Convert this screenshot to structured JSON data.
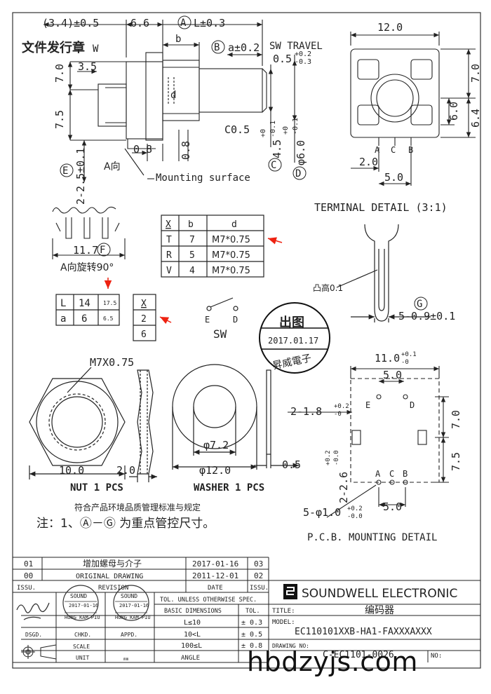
{
  "top": {
    "dim_34": "(3.4)±0.5",
    "dim_66": "6.6",
    "circ_A": "A",
    "dim_L": "L±0.3",
    "label_file": "文件发行章",
    "label_w": "W",
    "dim_35": "3.5",
    "dim_b": "b",
    "circ_B": "B",
    "dim_a": "a±0.2",
    "sw_travel": "SW TRAVEL",
    "sw_travel_val": "0.5",
    "sw_tol_up": "+0.2",
    "sw_tol_dn": "-0.3",
    "dim_70l": "7.0",
    "dim_75l": "7.5",
    "d_letter": "d",
    "c05": "C0.5",
    "dim_08a": "0.8",
    "dim_08b": "0.8",
    "circ_E": "E",
    "dim_225": "2-2.5±0.1",
    "a_dir": "A向",
    "mounting": "Mounting surface",
    "circ_C": "C",
    "dim_45": "4.5",
    "tol_45_up": "+0",
    "tol_45_dn": "-0.1",
    "circ_D": "D",
    "dim_60": "φ6.0",
    "tol_60_up": "+0",
    "tol_60_dn": "-0.1"
  },
  "right_top": {
    "dim_120": "12.0",
    "dim_70": "7.0",
    "dim_60": "6.0",
    "dim_64": "6.4",
    "dim_20": "2.0",
    "dim_50": "5.0",
    "pin_a": "A",
    "pin_c": "C",
    "pin_b": "B",
    "terminal_detail": "TERMINAL DETAIL (3:1)"
  },
  "adir": {
    "dim_117": "11.7",
    "circ_F": "F",
    "caption": "A向旋转90°"
  },
  "xtable": {
    "headers": [
      "X",
      "b",
      "d"
    ],
    "rows": [
      [
        "T",
        "7",
        "M7*0.75"
      ],
      [
        "R",
        "5",
        "M7*0.75"
      ],
      [
        "V",
        "4",
        "M7*0.75"
      ]
    ]
  },
  "la_table": {
    "rows": [
      [
        "L",
        "14",
        "17.5"
      ],
      [
        "a",
        "6",
        "6.5"
      ]
    ]
  },
  "xsmall": {
    "header": "X",
    "rows": [
      "2",
      "6"
    ]
  },
  "sw": {
    "e": "E",
    "d": "D",
    "label": "SW"
  },
  "stamp": {
    "top": "出图",
    "date": "2017.01.17",
    "bottom": "昇威電子"
  },
  "terminal": {
    "bump": "凸高0.1",
    "circ_G": "G",
    "dim": "5-0.9±0.1"
  },
  "nut": {
    "thread": "M7X0.75",
    "dim_100": "10.0",
    "dim_20": "2.0",
    "caption": "NUT 1 PCS"
  },
  "washer": {
    "dim_72": "φ7.2",
    "dim_120": "φ12.0",
    "dim_05": "0.5",
    "caption": "WASHER 1 PCS"
  },
  "pcb": {
    "dim_110": "11.0",
    "tol_110_up": "+0.1",
    "tol_110_dn": "-0",
    "dim_50a": "5.0",
    "pin_e": "E",
    "pin_d": "D",
    "dim_218": "2-1.8",
    "tol_218_up": "+0.2",
    "tol_218_dn": "-0",
    "dim_70": "7.0",
    "dim_75": "7.5",
    "dim_226": "2-2.6",
    "tol_226_up": "+0.2",
    "tol_226_dn": "-0.0",
    "pin_a": "A",
    "pin_c": "C",
    "pin_b": "B",
    "dim_510": "5-φ1.0",
    "tol_510_up": "+0.2",
    "tol_510_dn": "-0.0",
    "dim_50b": "5.0",
    "caption": "P.C.B. MOUNTING DETAIL"
  },
  "notes": {
    "compliance": "符合产品环境品质管理标准与规定",
    "note": "注：1、Ⓐ－Ⓖ 为重点管控尺寸。"
  },
  "revisions": [
    {
      "no": "01",
      "desc": "增加螺母与介子",
      "date": "2017-01-16",
      "issue": "03"
    },
    {
      "no": "00",
      "desc": "ORIGINAL DRAWING",
      "date": "2011-12-01",
      "issue": "02"
    }
  ],
  "titleblock": {
    "issu": "ISSU.",
    "revision": "REVISION",
    "date_h": "DATE",
    "issu2": "ISSU.",
    "company": "SOUNDWELL  ELECTRONIC",
    "tol_header": "TOL. UNLESS OTHERWISE SPEC.",
    "basic_dims": "BASIC DIMENSIONS",
    "tol_h": "TOL.",
    "tol_rows": [
      [
        "L≤10",
        "± 0.3"
      ],
      [
        "10<L",
        "± 0.5"
      ],
      [
        "100≤L",
        "± 0.8"
      ]
    ],
    "angle": "ANGLE",
    "title_label": "TITLE:",
    "title_value": "编码器",
    "model_label": "MODEL:",
    "model_value": "EC110101XXB-HA1-FAXXXAXXX",
    "drawing_label": "DRAWING NO:",
    "drawing_value": "C-EC1101-0026",
    "no_label": "NO:",
    "dsgd": "DSGD.",
    "chkd": "CHKD.",
    "appd": "APPD.",
    "scale": "SCALE",
    "unit": "UNIT",
    "unit_val": "mm",
    "seal1_top": "SOUND",
    "seal1_date": "2017-01-16",
    "seal1_name": "HUNG KAM PIU",
    "seal2_top": "SOUND",
    "seal2_date": "2017-01-16",
    "seal2_name": "HUNG KAM PIU"
  },
  "watermark": "hbdzyjs.com"
}
